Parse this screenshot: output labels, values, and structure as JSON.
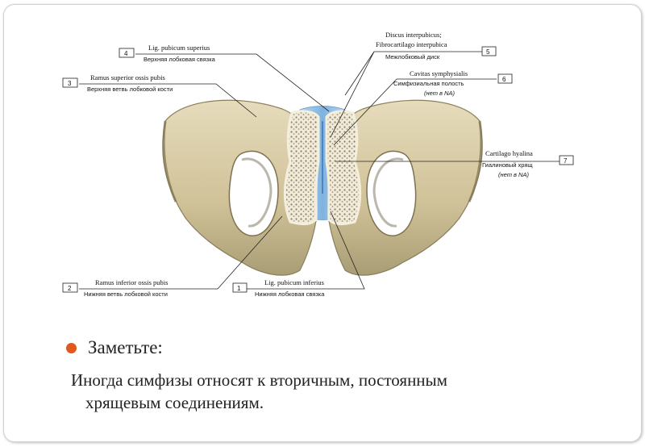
{
  "labels": [
    {
      "num": "4",
      "latin": "Lig. pubicum superius",
      "russian": "Верхняя лобковая связка"
    },
    {
      "num": "3",
      "latin": "Ramus superior ossis pubis",
      "russian": "Верхняя ветвь лобковой кости"
    },
    {
      "num": "5",
      "latin": "Discus interpubicus;",
      "latin2": "Fibrocartilago interpubica",
      "russian": "Межлобковый диск"
    },
    {
      "num": "6",
      "latin": "Cavitas symphysialis",
      "russian": "Симфизиальная полость",
      "note": "(нет в NA)"
    },
    {
      "num": "7",
      "latin": "Cartilago hyalina",
      "russian": "Гиалиновый хрящ",
      "note": "(нет в NA)"
    },
    {
      "num": "2",
      "latin": "Ramus inferior ossis pubis",
      "russian": "Нижняя ветвь лобковой кости"
    },
    {
      "num": "1",
      "latin": "Lig. pubicum inferius",
      "russian": "Нижняя лобковая связка"
    }
  ],
  "bullet": {
    "text": "Заметьте:"
  },
  "body": {
    "line1": "Иногда симфизы относят к вторичным, постоянным",
    "line2": "хрящевым соединениям."
  },
  "colors": {
    "bullet": "#e0581c",
    "bone": "#d8cba6",
    "cartilage": "#9fc3e6"
  }
}
